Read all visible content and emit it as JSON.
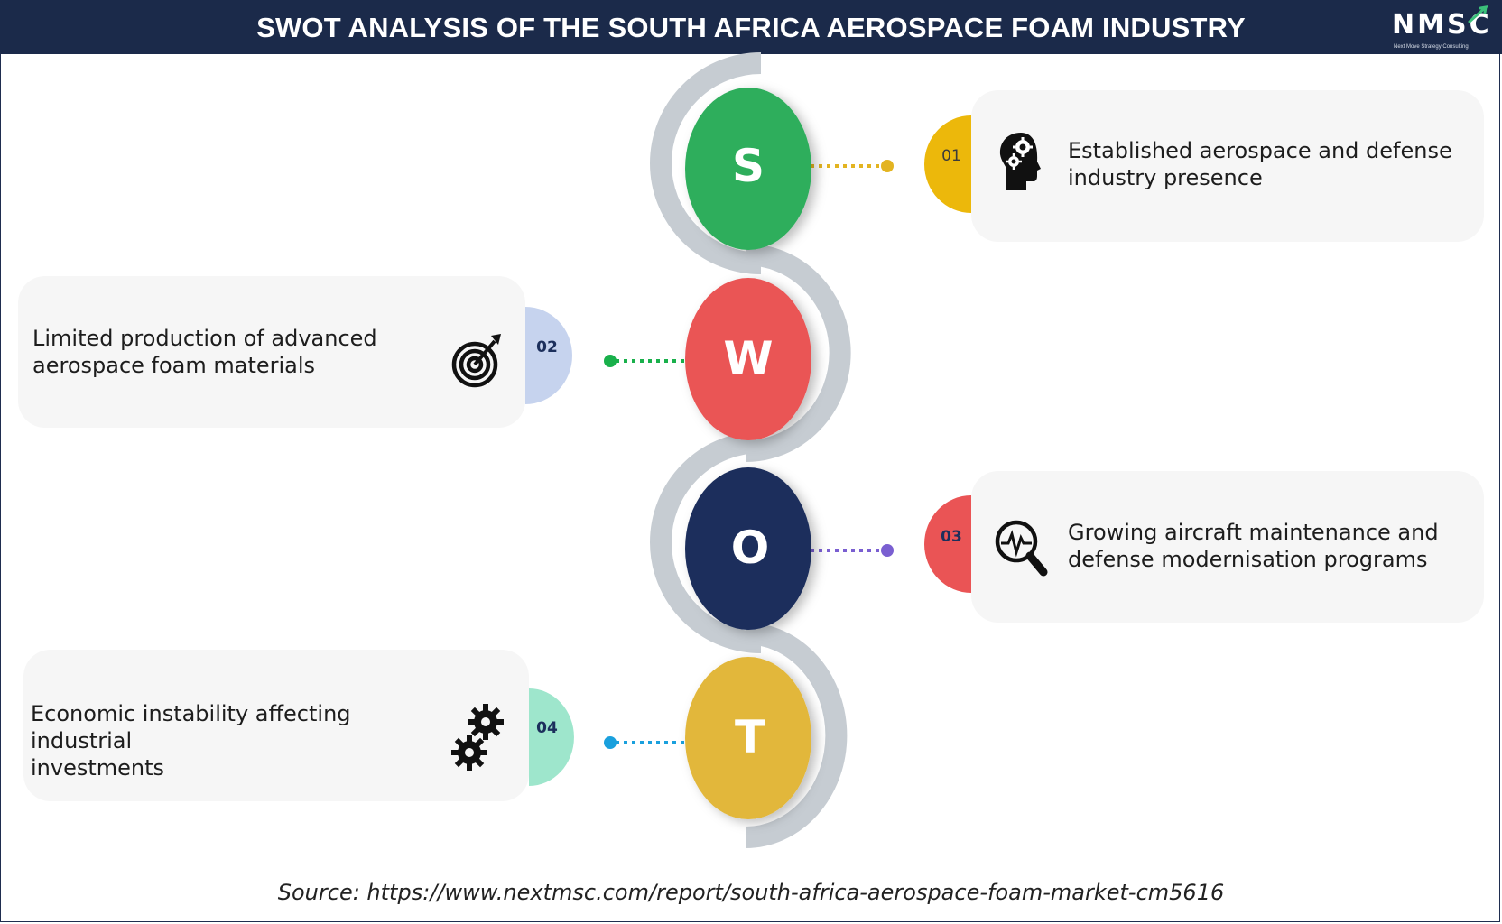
{
  "header": {
    "title": "SWOT ANALYSIS OF THE SOUTH AFRICA AEROSPACE FOAM INDUSTRY",
    "logo_text": "NMSC",
    "logo_tagline": "Next Move Strategy Consulting"
  },
  "swot": [
    {
      "letter": "S",
      "number": "01",
      "text_line1": "Established aerospace and defense",
      "text_line2": "industry presence",
      "icon": "head-gears-icon",
      "color": "#2eae5c",
      "tab_color": "#ecb80b",
      "dot_color": "#e3b421"
    },
    {
      "letter": "W",
      "number": "02",
      "text_line1": "Limited production of advanced",
      "text_line2": "aerospace foam materials",
      "icon": "target-icon",
      "color": "#ea5455",
      "tab_color": "#c6d3ee",
      "dot_color": "#19b04b"
    },
    {
      "letter": "O",
      "number": "03",
      "text_line1": "Growing aircraft maintenance and",
      "text_line2": "defense modernisation programs",
      "icon": "magnifier-pulse-icon",
      "color": "#1c2f5c",
      "tab_color": "#ea5455",
      "dot_color": "#7a5fd1"
    },
    {
      "letter": "T",
      "number": "04",
      "text_line1": "Economic instability affecting industrial",
      "text_line2": "investments",
      "icon": "gears-icon",
      "color": "#e2b73a",
      "tab_color": "#9ee6cc",
      "dot_color": "#1aa0dd"
    }
  ],
  "footer": {
    "source": "Source: https://www.nextmsc.com/report/south-africa-aerospace-foam-market-cm5616"
  }
}
